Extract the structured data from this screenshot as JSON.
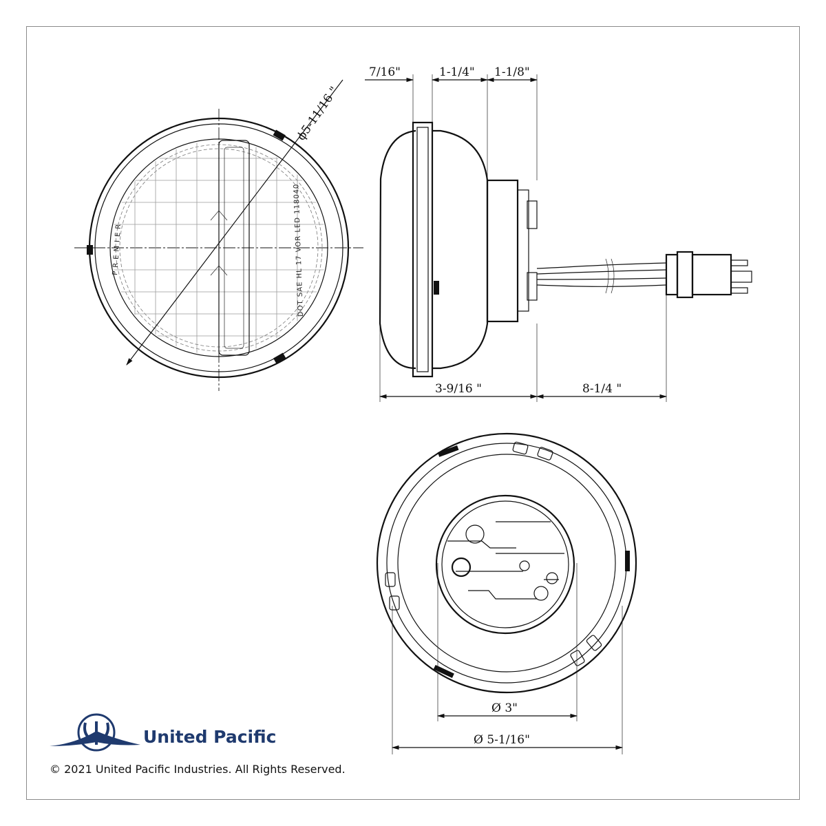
{
  "front_view": {
    "diameter_label": "ϕ5-11/16 \"",
    "ring_text_left": "PREMIER",
    "ring_text_right": "DOT SAE HL 17 VOR LED 118040"
  },
  "side_view": {
    "dims_top": [
      "7/16\"",
      "1-1/4\"",
      "1-1/8\""
    ],
    "dims_bottom": [
      "3-9/16 \"",
      "8-1/4 \""
    ]
  },
  "rear_view": {
    "inner_diameter": "Ø 3\"",
    "outer_diameter": "Ø 5-1/16\""
  },
  "brand": {
    "name": "United Pacific",
    "copyright": "© 2021 United Pacific Industries. All Rights Reserved.",
    "color": "#1f3a6e"
  }
}
